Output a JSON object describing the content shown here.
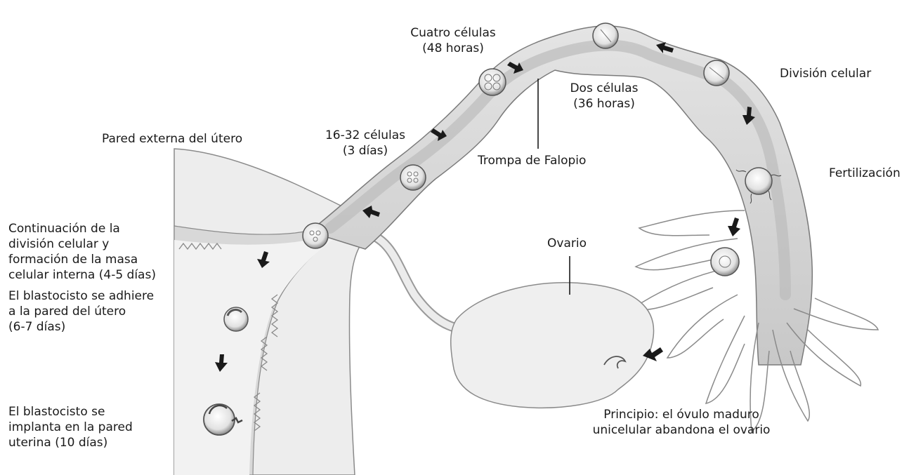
{
  "labels": {
    "cuatro_celulas": [
      "Cuatro células",
      "(48 horas)"
    ],
    "division_celular": [
      "División celular"
    ],
    "dos_celulas": [
      "Dos células",
      "(36 horas)"
    ],
    "pared_externa": [
      "Pared externa del útero"
    ],
    "dieciseis_celulas": [
      "16-32 células",
      "(3 días)"
    ],
    "trompa": [
      "Trompa de Falopio"
    ],
    "fertilizacion": [
      "Fertilización"
    ],
    "continuacion": [
      "Continuación de la",
      "división celular y",
      "formación de la masa",
      "celular interna (4-5 días)"
    ],
    "ovario": [
      "Ovario"
    ],
    "blastocisto_adhiere": [
      "El blastocisto se adhiere",
      "a la pared del útero",
      "(6-7 días)"
    ],
    "blastocisto_implanta": [
      "El blastocisto se",
      "implanta en la pared",
      "uterina (10 días)"
    ],
    "principio": [
      "Principio: el óvulo maduro",
      "unicelular abandona el ovario"
    ]
  },
  "colors": {
    "tissue_light": "#ececec",
    "tissue_mid": "#d6d6d6",
    "tissue_dark": "#9a9a9a",
    "outline": "#7a7a7a",
    "arrow": "#1a1a1a",
    "cell_fill": "#f4f4f4"
  }
}
